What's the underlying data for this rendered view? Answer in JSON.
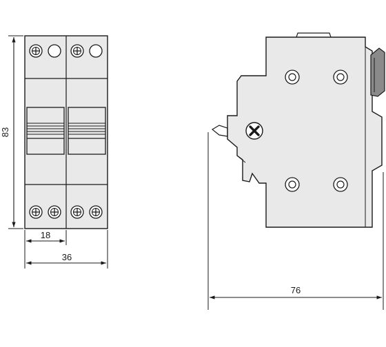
{
  "dimensions": {
    "height": "83",
    "pole_width": "18",
    "total_width": "36",
    "depth": "76"
  },
  "colors": {
    "body": "#e9e9e9",
    "line": "#1a1a1a",
    "clip": "#8a8a8a"
  }
}
